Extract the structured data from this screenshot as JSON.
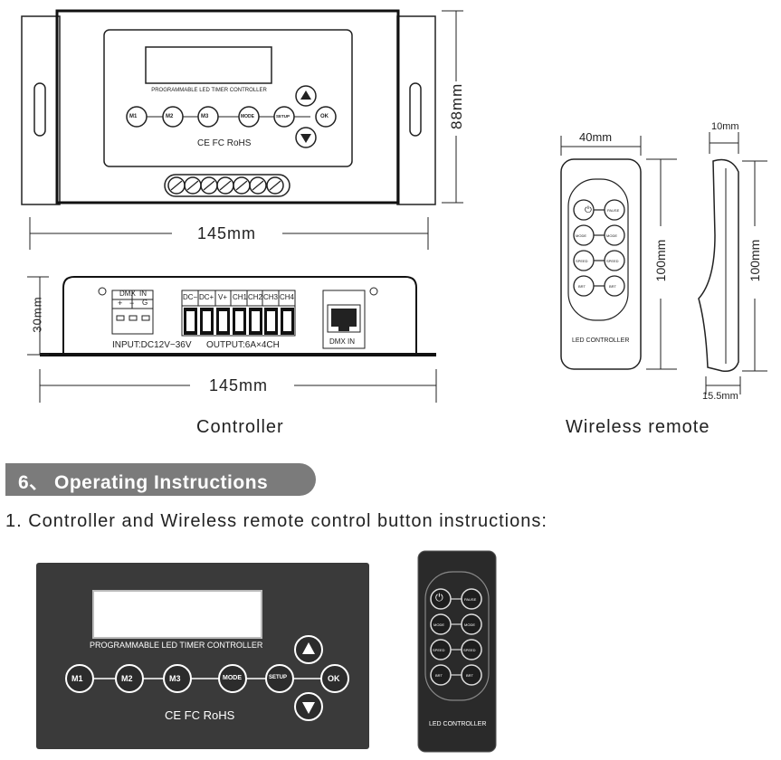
{
  "top_diagram": {
    "lcd_label": "PROGRAMMABLE LED TIMER CONTROLLER",
    "buttons": [
      "M1",
      "M2",
      "M3",
      "MODE",
      "SETUP",
      "OK"
    ],
    "certs": "CE FC RoHS",
    "dim_height": "88mm",
    "dim_width_top": "145mm",
    "dim_side_height": "30mm",
    "dim_width_side": "145mm",
    "terminal_left": [
      "DMX",
      "IN",
      "+",
      "−",
      "G"
    ],
    "terminal_right": [
      "DC−",
      "DC+",
      "V+",
      "CH1",
      "CH2",
      "CH3",
      "CH4"
    ],
    "input_text": "INPUT:DC12V−36V",
    "output_text": "OUTPUT:6A×4CH",
    "dmx_port": "DMX IN",
    "caption": "Controller"
  },
  "remote_diagram": {
    "dim_width": "40mm",
    "dim_depth_top": "10mm",
    "dim_height_front": "100mm",
    "dim_height_side": "100mm",
    "dim_depth_bottom": "15.5mm",
    "label": "LED CONTROLLER",
    "buttons": [
      "PAUSE",
      "MODE",
      "MODE",
      "SPEED",
      "SPEED",
      "BRT",
      "BRT"
    ],
    "caption": "Wireless remote"
  },
  "section": {
    "title": "6、 Operating Instructions",
    "instruction": "1. Controller and Wireless remote control button instructions:"
  },
  "photo_controller": {
    "lcd_label": "PROGRAMMABLE LED TIMER CONTROLLER",
    "buttons": [
      "M1",
      "M2",
      "M3",
      "MODE",
      "SETUP",
      "OK"
    ],
    "certs": "CE FC RoHS"
  },
  "photo_remote": {
    "label": "LED CONTROLLER",
    "buttons": [
      "PAUSE",
      "MODE",
      "MODE",
      "SPEED",
      "SPEED",
      "BRT",
      "BRT"
    ]
  },
  "colors": {
    "pill": "#7b7b7b",
    "panel_dark": "#3a3a3a",
    "remote_dark": "#2a2a2a"
  }
}
